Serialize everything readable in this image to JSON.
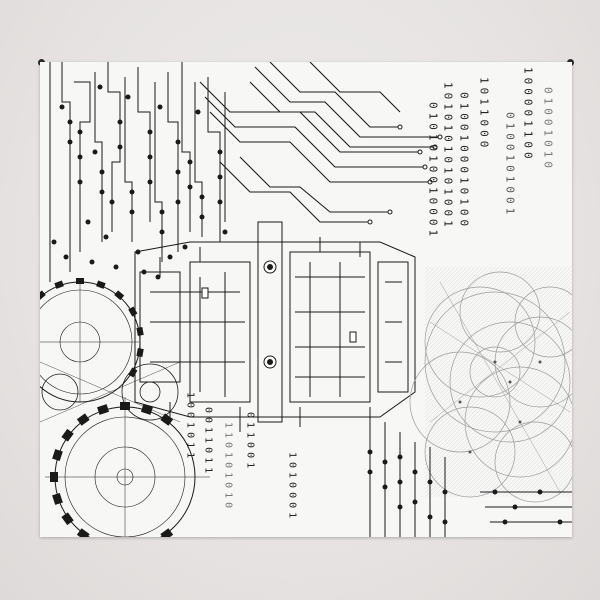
{
  "scene": {
    "subject": "wall-tapestry",
    "colors": {
      "wall": "#e8e5e4",
      "fabric": "#f7f7f6",
      "ink": "#1a1a1a",
      "gray": "#9a9a9a"
    }
  },
  "binary": {
    "col1": "0101010010001",
    "col2": "10101010101001",
    "col3": "0100100010100",
    "col4": "1011000",
    "col5": "0100101001",
    "col6": "100001100",
    "col7": "01001010",
    "col8": "1001011",
    "col9": "0011011",
    "col10": "110101010",
    "col11": "011001",
    "col12": "1010001"
  }
}
